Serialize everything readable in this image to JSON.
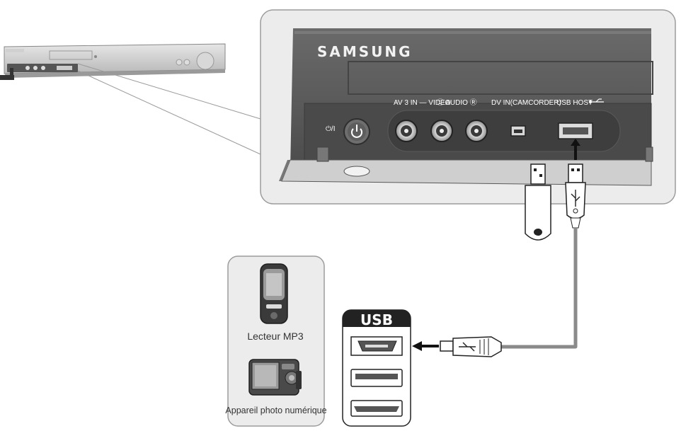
{
  "brand": "SAMSUNG",
  "front_panel": {
    "power_label": "⏻/I",
    "av_in_label": "AV 3 IN — VIDEO",
    "audio_label": "Ⓛ  AUDIO  Ⓡ",
    "dv_label": "DV IN(CAMCORDER)",
    "usb_host_label": "USB HOST"
  },
  "usb_box": {
    "title": "USB"
  },
  "devices": [
    {
      "label": "Lecteur MP3",
      "icon": "mp3-player-icon"
    },
    {
      "label": "Appareil photo numérique",
      "icon": "digital-camera-icon"
    }
  ],
  "colors": {
    "panel_bg": "#ececec",
    "device_body": "#5a5a5a",
    "front_strip": "#4a4a4a",
    "cable": "#8a8a8a",
    "usb_header": "#222222"
  }
}
